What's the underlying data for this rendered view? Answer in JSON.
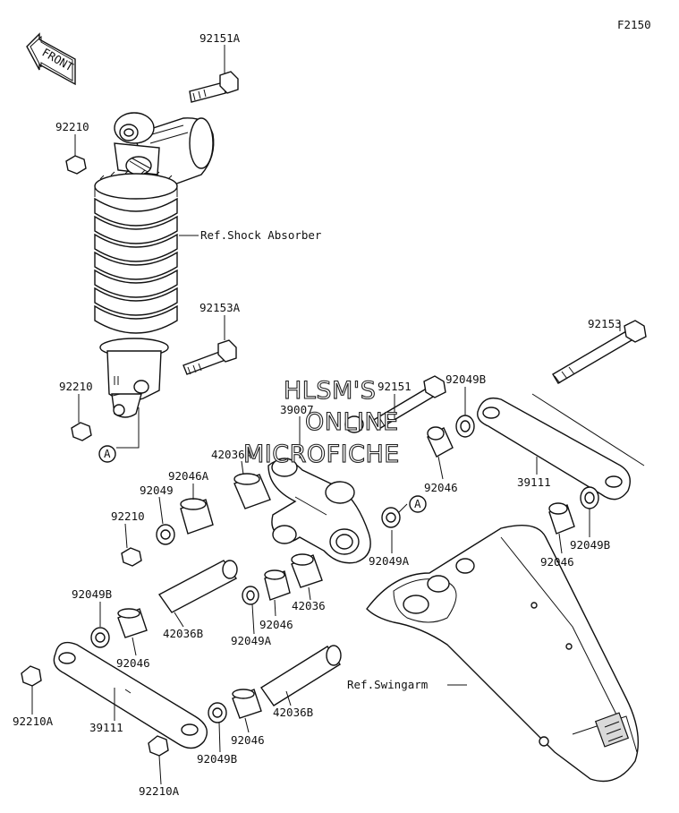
{
  "figure_code": "F2150",
  "front_badge": "FRONT",
  "watermark": [
    "HLSM'S",
    "ONLINE",
    "MICROFICHE"
  ],
  "callouts": {
    "p92151A": "92151A",
    "p92210_top": "92210",
    "ref_shock": "Ref.Shock Absorber",
    "p92153A": "92153A",
    "p92210_mid": "92210",
    "ref_A_left": "A",
    "p92153": "92153",
    "p92151": "92151",
    "p92049B_top": "92049B",
    "p39007": "39007",
    "p42036A": "42036A",
    "p92046A": "92046A",
    "p92049": "92049",
    "p92210_lower": "92210",
    "p92046_mid": "92046",
    "ref_A_right": "A",
    "p39111_right": "39111",
    "p92049A_mid": "92049A",
    "p92046_right": "92046",
    "p92049B_right": "92049B",
    "p42036": "42036",
    "p92046_center": "92046",
    "p92049A_center": "92049A",
    "p42036B_upper": "42036B",
    "p92049B_left": "92049B",
    "p92046_left": "92046",
    "ref_swingarm": "Ref.Swingarm",
    "p92210A_left": "92210A",
    "p39111_left": "39111",
    "p42036B_lower": "42036B",
    "p92046_lower": "92046",
    "p92049B_lower": "92049B",
    "p92210A_lower": "92210A"
  }
}
